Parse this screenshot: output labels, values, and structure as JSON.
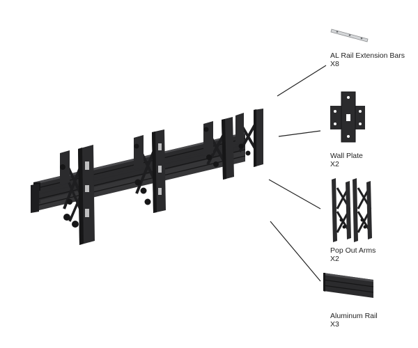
{
  "colors": {
    "metal": "#2b2b2d",
    "metal_dark": "#161617",
    "metal_light": "#4a4a4d",
    "silver": "#d4d6d8",
    "leader": "#222222",
    "background": "#ffffff"
  },
  "parts": [
    {
      "name": "AL Rail Extension Bars",
      "qty": "X8",
      "icon": "rail-extension-bar-icon"
    },
    {
      "name": "Wall Plate",
      "qty": "X2",
      "icon": "wall-plate-icon"
    },
    {
      "name": "Pop Out Arms",
      "qty": "X2",
      "icon": "pop-out-arm-icon"
    },
    {
      "name": "Aluminum Rail",
      "qty": "X3",
      "icon": "aluminum-rail-icon"
    }
  ]
}
